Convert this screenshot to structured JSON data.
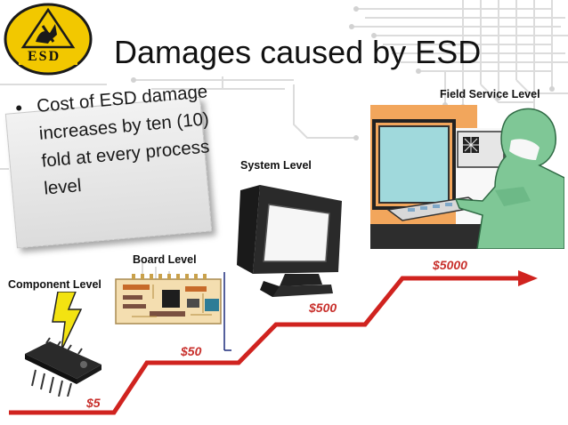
{
  "slide": {
    "title": "Damages caused by ESD",
    "logo_text": "ESD",
    "note": {
      "bullet": "•",
      "text": "Cost of ESD damage increases by ten (10) fold at every process level"
    },
    "levels": [
      {
        "label": "Component Level",
        "cost": "$5"
      },
      {
        "label": "Board Level",
        "cost": "$50"
      },
      {
        "label": "System Level",
        "cost": "$500"
      },
      {
        "label": "Field Service Level",
        "cost": "$5000"
      }
    ],
    "colors": {
      "arrow": "#d0231f",
      "cost_text": "#c8302c",
      "logo_yellow": "#f2c800",
      "bolt_yellow": "#f3e311",
      "circuit_line": "#dadada"
    },
    "icons": [
      "esd-logo-icon",
      "lightning-bolt-icon",
      "ic-chip-icon",
      "circuit-board-icon",
      "crt-monitor-icon",
      "technician-workstation-icon"
    ]
  }
}
